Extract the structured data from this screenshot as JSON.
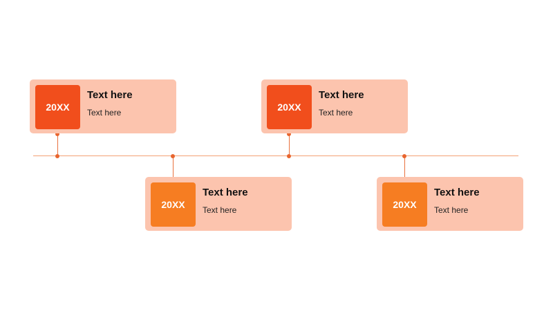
{
  "colors": {
    "card_bg": "#FCC4AE",
    "year_top": "#F14E1C",
    "year_bottom": "#F67D22",
    "line": "#F3A074",
    "dot": "#E8652E"
  },
  "events": [
    {
      "year": "20XX",
      "title": "Text here",
      "body": "Text here",
      "position": "above"
    },
    {
      "year": "20XX",
      "title": "Text here",
      "body": "Text here",
      "position": "below"
    },
    {
      "year": "20XX",
      "title": "Text here",
      "body": "Text here",
      "position": "above"
    },
    {
      "year": "20XX",
      "title": "Text here",
      "body": "Text here",
      "position": "below"
    }
  ]
}
